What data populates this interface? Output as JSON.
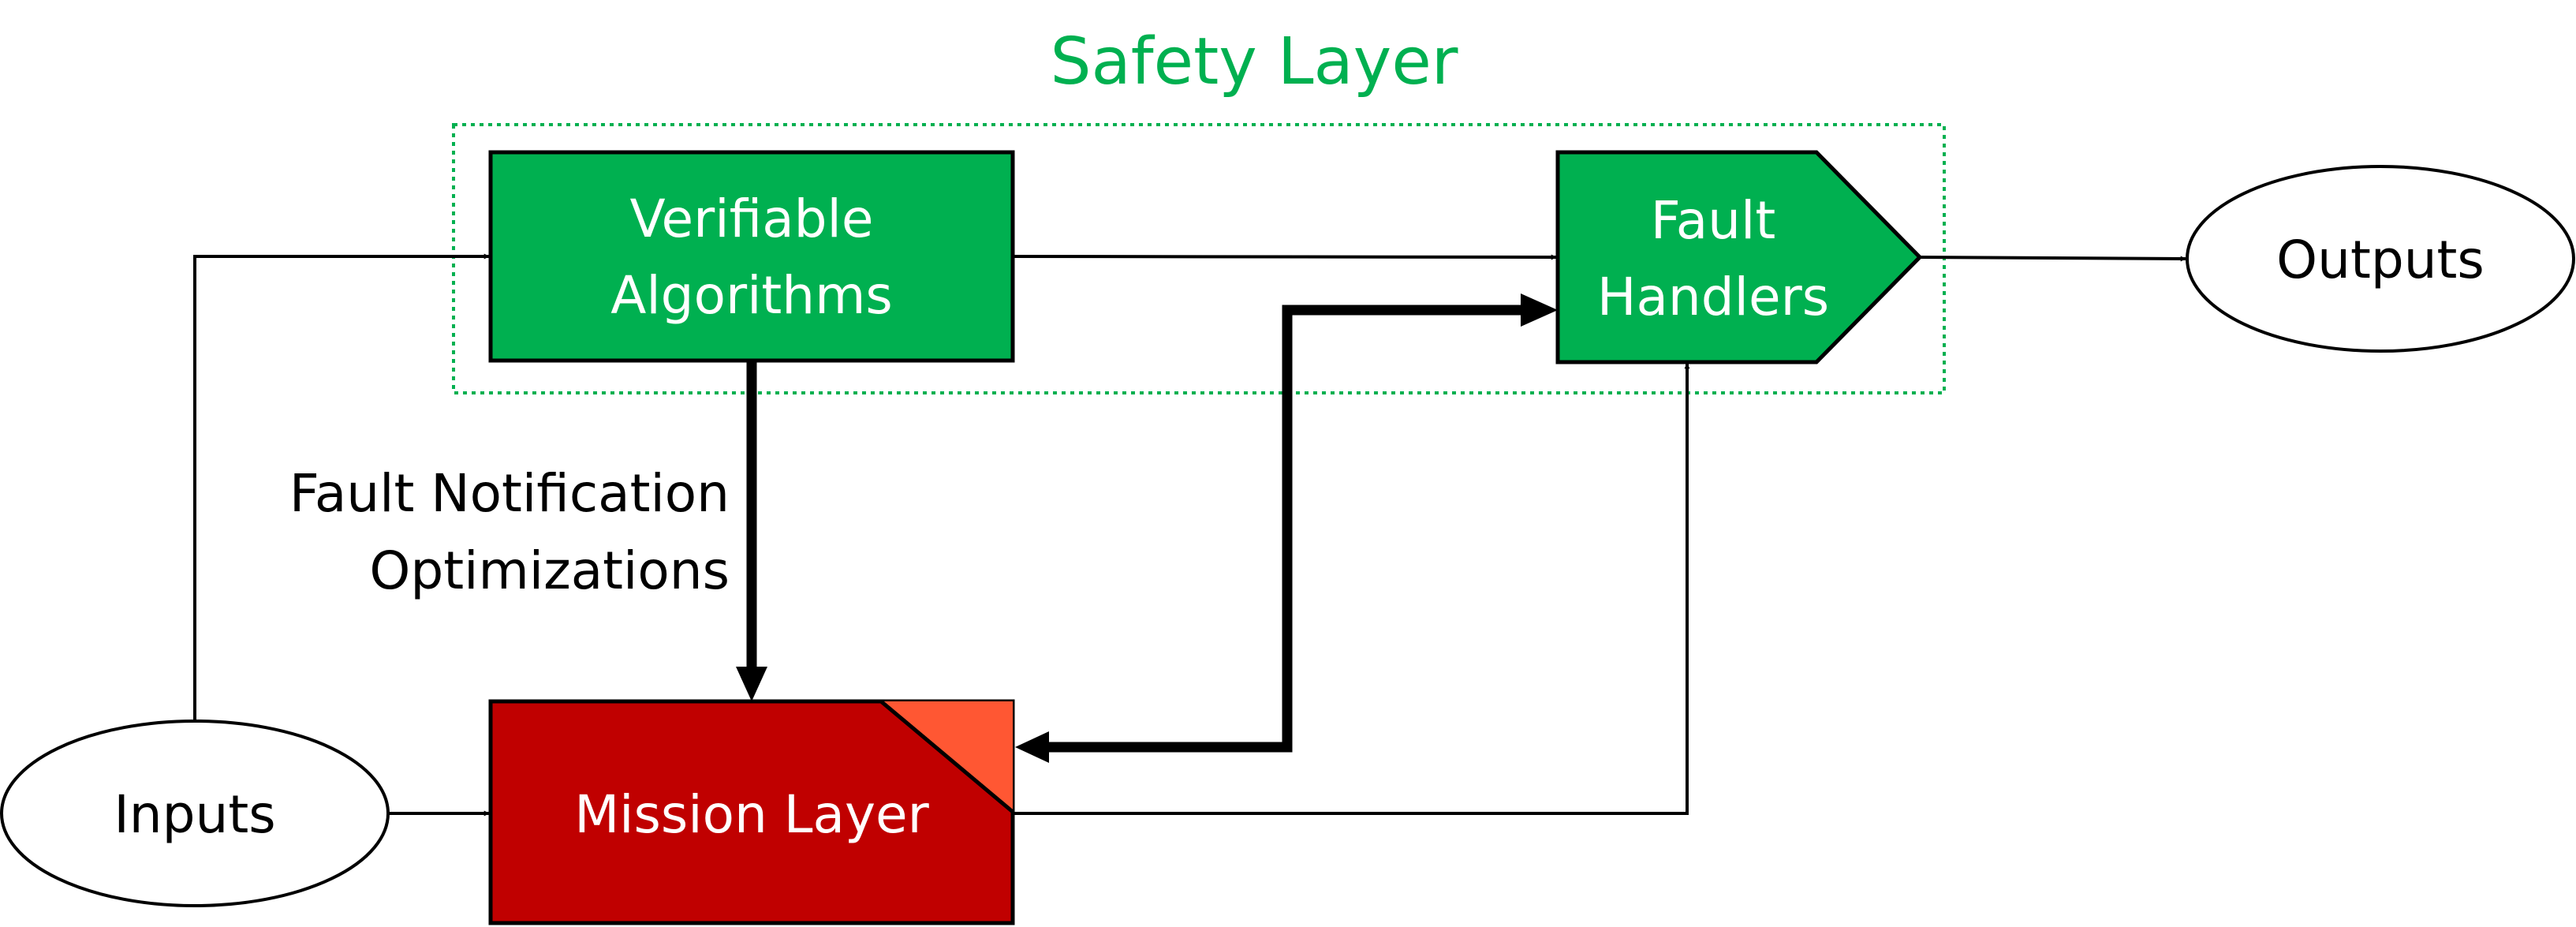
{
  "title": "Safety Layer",
  "nodes": {
    "verifiable_algorithms": {
      "line1": "Verifiable",
      "line2": "Algorithms"
    },
    "fault_handlers": {
      "line1": "Fault",
      "line2": "Handlers"
    },
    "mission_layer": {
      "label": "Mission Layer"
    },
    "inputs": {
      "label": "Inputs"
    },
    "outputs": {
      "label": "Outputs"
    }
  },
  "edge_labels": {
    "line1": "Fault Notification",
    "line2": "Optimizations"
  },
  "colors": {
    "safety_green": "#00B050",
    "mission_red": "#C00000",
    "mission_corner": "#FF5733",
    "title_green": "#00B050",
    "stroke": "#000000"
  }
}
